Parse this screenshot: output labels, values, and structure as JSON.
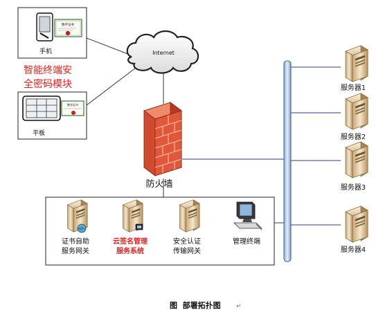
{
  "devices": {
    "phone_label": "手机",
    "tablet_label": "平板",
    "cert_text": "数字证书"
  },
  "module_label": [
    "智能终端安",
    "全密码模块"
  ],
  "internet_label": "Internet",
  "firewall_label": "防火墙",
  "servers": [
    {
      "label": "服务器1"
    },
    {
      "label": "服务器2"
    },
    {
      "label": "服务器3"
    },
    {
      "label": "服务器4"
    }
  ],
  "cluster": [
    {
      "lines": [
        "证书自助",
        "服务网关"
      ],
      "highlight": false
    },
    {
      "lines": [
        "云签名管理",
        "服务系统"
      ],
      "highlight": true
    },
    {
      "lines": [
        "安全认证",
        "传输网关"
      ],
      "highlight": false
    },
    {
      "lines": [
        "管理终端"
      ],
      "highlight": false
    }
  ],
  "caption": "图  部署拓扑图",
  "caption_mark": "↵",
  "colors": {
    "highlight": "#e8201c",
    "bus": "#b9cde0",
    "bus_edge": "#3b5f8f",
    "firewall": "#e2573a",
    "link": "#2b3a8c"
  }
}
